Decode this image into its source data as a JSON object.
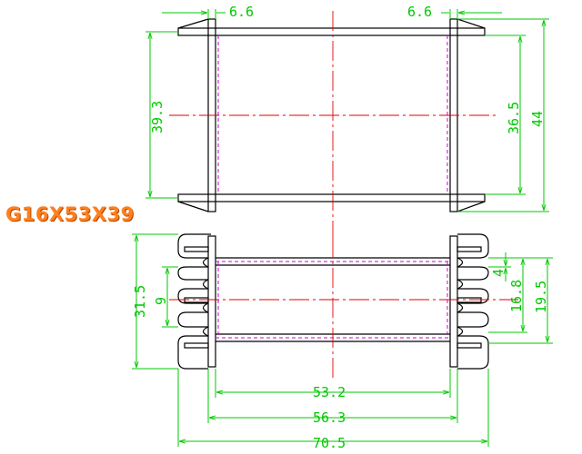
{
  "part_label": "G16X53X39",
  "colors": {
    "outline": "#000000",
    "dimension": "#00c800",
    "centerline": "#e00000",
    "hidden_line": "#d000d0",
    "label": "#ff7f1e"
  },
  "dimensions": {
    "top_left_flange": "6.6",
    "top_right_flange": "6.6",
    "left_height": "39.3",
    "inner_height": "36.5",
    "outer_height": "44",
    "side_height": "31.5",
    "slot": "9",
    "right_small": "4",
    "right_mid": "16.8",
    "right_total": "19.5",
    "inner_width": "53.2",
    "mid_width": "56.3",
    "overall_width": "70.5"
  }
}
